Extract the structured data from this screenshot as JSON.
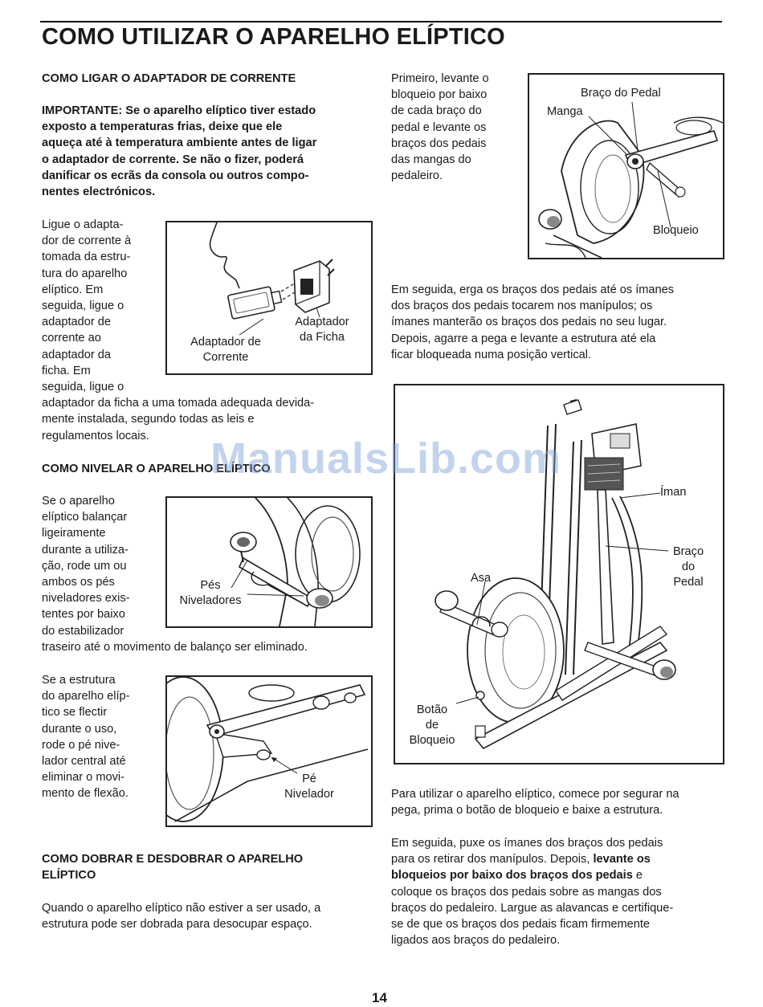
{
  "page_title": "COMO UTILIZAR O APARELHO ELÍPTICO",
  "section_power": {
    "heading": "COMO LIGAR O ADAPTADOR DE CORRENTE",
    "warning_lines": [
      "IMPORTANTE: Se o aparelho elíptico tiver estado",
      "exposto a temperaturas frias, deixe que ele",
      "aqueça até à temperatura ambiente antes de ligar",
      "o adaptador de corrente. Se não o fizer, poderá",
      "danificar os ecrãs da consola ou outros compo-",
      "nentes electrónicos."
    ],
    "body_lines": [
      "Ligue o adapta-",
      "dor de corrente à",
      "tomada da estru-",
      "tura do aparelho",
      "elíptico. Em",
      "seguida, ligue o",
      "adaptador de",
      "corrente ao",
      "adaptador da",
      "ficha. Em",
      "seguida, ligue o",
      "adaptador da ficha a uma tomada adequada devida-",
      "mente instalada, segundo todas as leis e",
      "regulamentos locais."
    ],
    "figure_labels": {
      "adapter_line1": "Adaptador de",
      "adapter_line2": "Corrente",
      "plug_line1": "Adaptador",
      "plug_line2": "da Ficha"
    }
  },
  "section_level": {
    "heading": "COMO NIVELAR O APARELHO ELÍPTICO",
    "body1_lines": [
      "Se o aparelho",
      "elíptico balançar",
      "ligeiramente",
      "durante a utiliza-",
      "ção, rode um ou",
      "ambos os pés",
      "niveladores exis-",
      "tentes por baixo",
      "do estabilizador",
      "traseiro até o movimento de balanço ser eliminado."
    ],
    "fig1_labels": {
      "line1": "Pés",
      "line2": "Niveladores"
    },
    "body2_lines": [
      "Se a estrutura",
      "do aparelho elíp-",
      "tico se flectir",
      "durante o uso,",
      "rode o pé nive-",
      "lador central até",
      "eliminar o movi-",
      "mento de flexão."
    ],
    "fig2_labels": {
      "line1": "Pé",
      "line2": "Nivelador"
    }
  },
  "section_fold": {
    "heading_lines": [
      "COMO DOBRAR E DESDOBRAR O APARELHO",
      "ELÍPTICO"
    ],
    "body_lines": [
      "Quando o aparelho elíptico não estiver a ser usado, a",
      "estrutura pode ser dobrada para desocupar espaço."
    ]
  },
  "right_column": {
    "intro_lines": [
      "Primeiro, levante o",
      "bloqueio por baixo",
      "de cada braço do",
      "pedal e levante os",
      "braços dos pedais",
      "das mangas do",
      "pedaleiro."
    ],
    "fig_top_labels": {
      "pedal_arm": "Braço do Pedal",
      "sleeve": "Manga",
      "latch": "Bloqueio"
    },
    "para2_lines": [
      "Em seguida, erga os braços dos pedais até os ímanes",
      "dos braços dos pedais tocarem nos manípulos; os",
      "ímanes manterão os braços dos pedais no seu lugar.",
      "Depois, agarre a pega e levante a estrutura até ela",
      "ficar bloqueada numa posição vertical."
    ],
    "fig_big_labels": {
      "magnet": "Íman",
      "arm_line1": "Braço",
      "arm_line2": "do",
      "arm_line3": "Pedal",
      "handle": "Asa",
      "button_line1": "Botão",
      "button_line2": "de",
      "button_line3": "Bloqueio"
    },
    "para3_lines": [
      "Para utilizar o aparelho elíptico, comece por segurar na",
      "pega, prima o botão de bloqueio e baixe a estrutura."
    ],
    "para4": {
      "line1": "Em seguida, puxe os ímanes dos braços dos pedais",
      "line2": "para os retirar dos manípulos. Depois,",
      "line2_bold": "levante os",
      "line3_bold": "bloqueios por baixo dos braços dos pedais",
      "line3_rest": "e",
      "line4": "coloque os braços dos pedais sobre as mangas dos",
      "line5": "braços do pedaleiro. Largue as alavancas e certifique-",
      "line6": "se de que os braços dos pedais ficam firmemente",
      "line7": "ligados aos braços do pedaleiro."
    }
  },
  "watermark": "ManualsLib.com",
  "page_number": "14"
}
